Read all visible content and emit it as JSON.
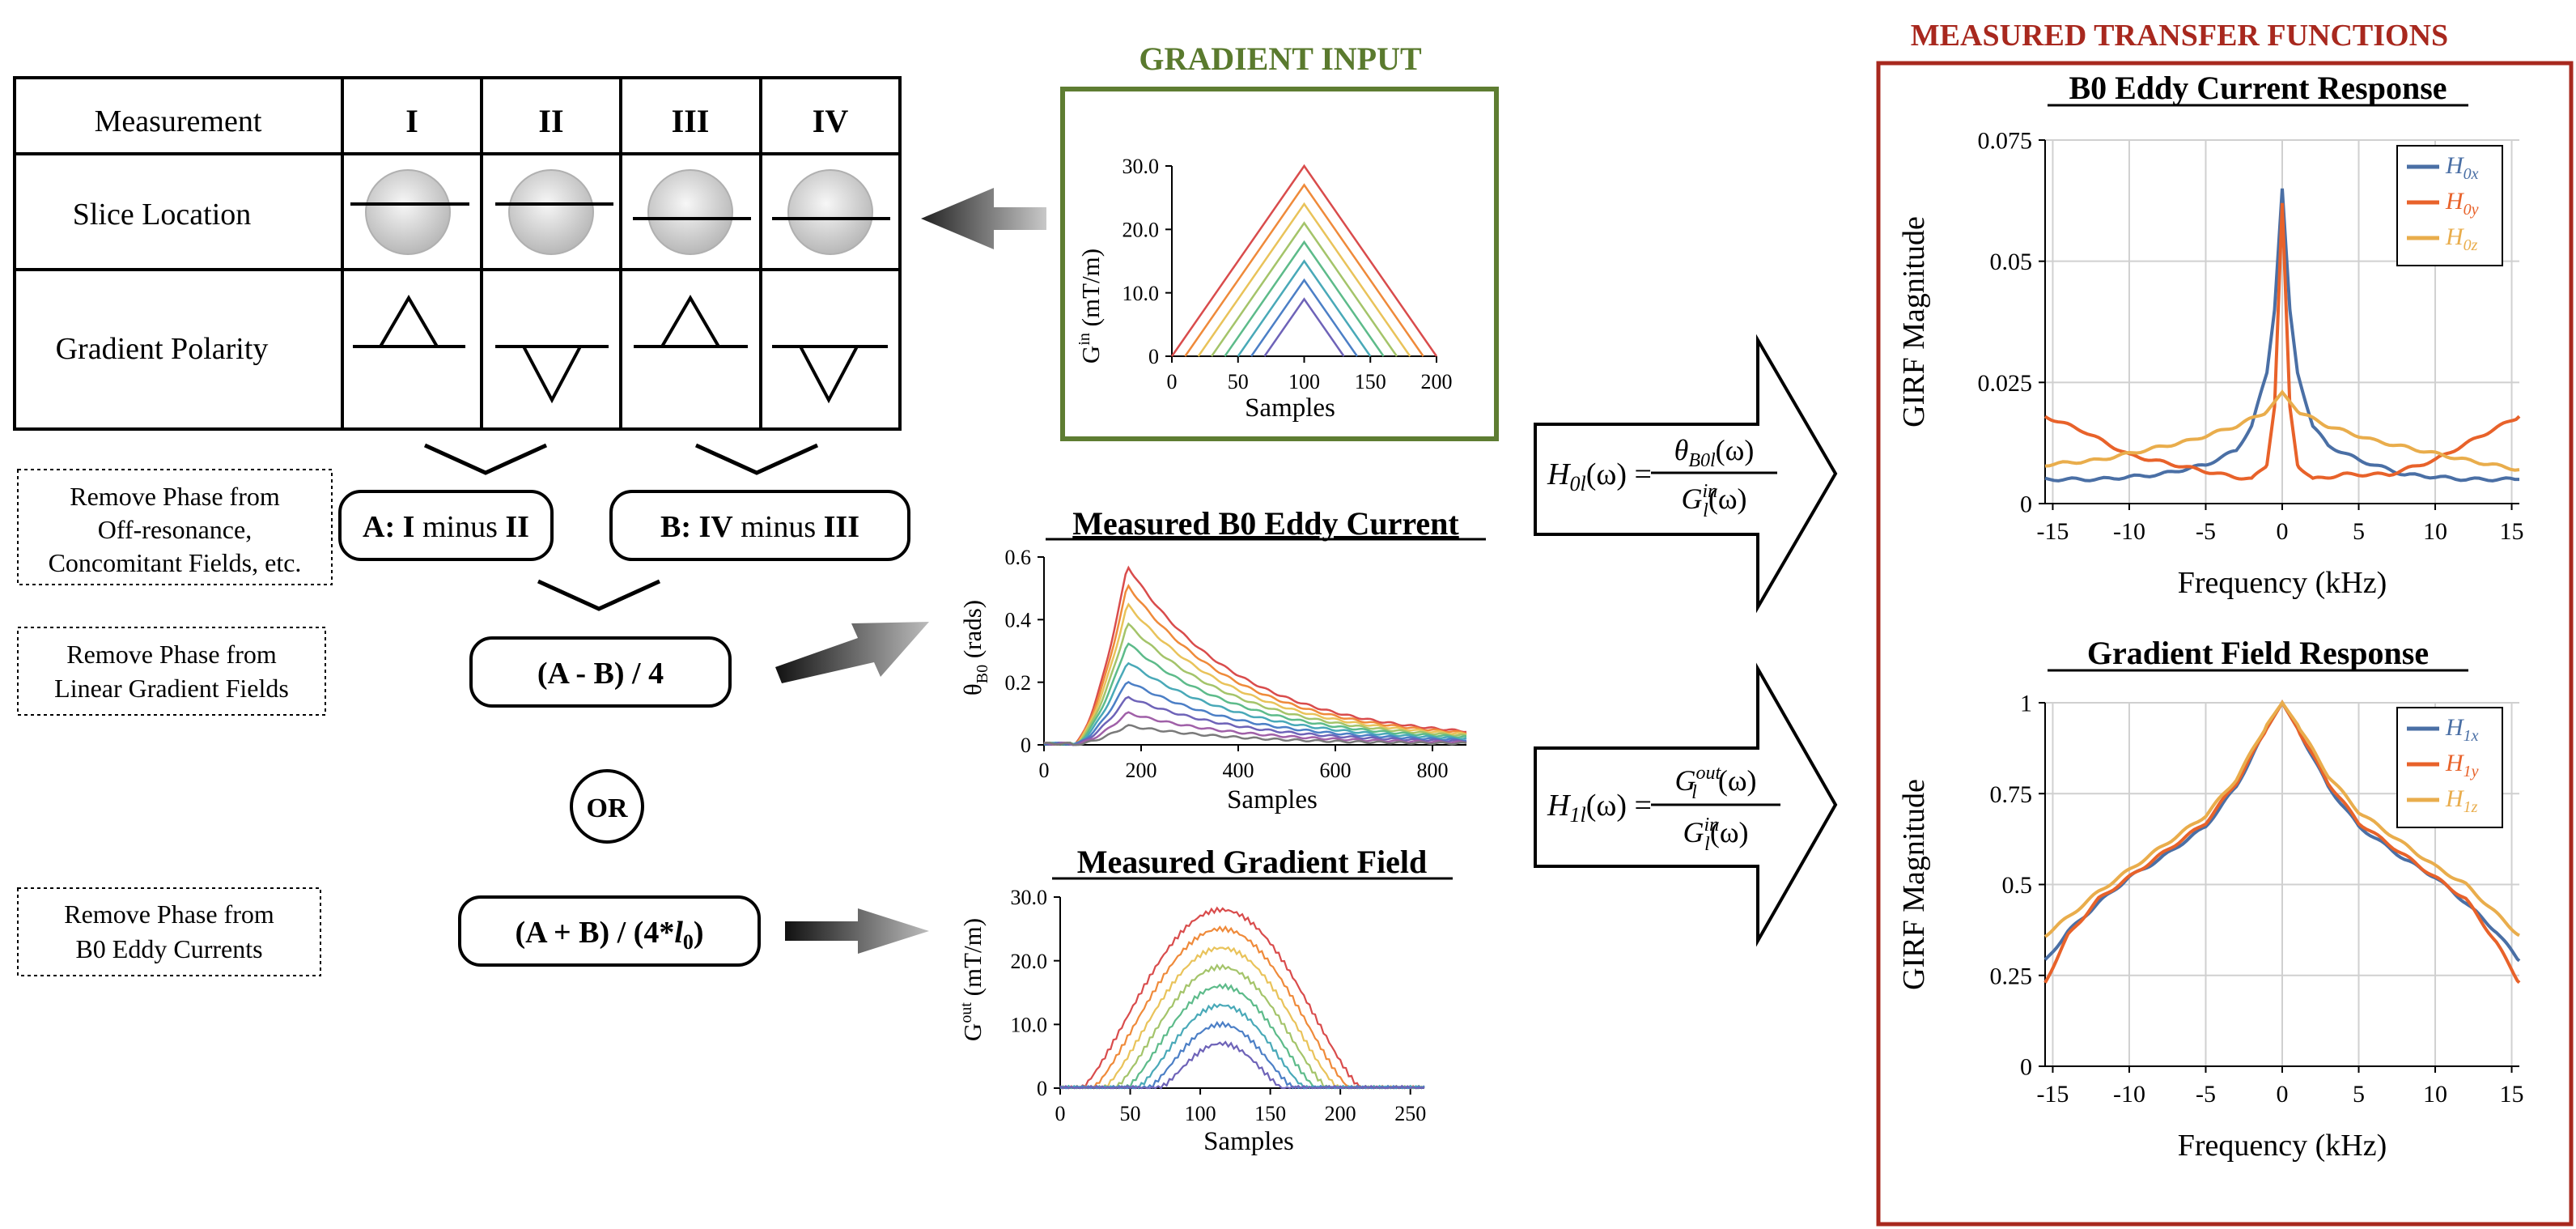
{
  "table": {
    "col_header": "Measurement",
    "columns": [
      "I",
      "II",
      "III",
      "IV"
    ],
    "row_slice": "Slice Location",
    "row_polarity": "Gradient Polarity"
  },
  "steps": {
    "step1_note_l1": "Remove Phase from",
    "step1_note_l2": "Off-resonance,",
    "step1_note_l3": "Concomitant Fields, etc.",
    "box_a_pre": "A: ",
    "box_a_i": "I",
    "box_a_mid": " minus ",
    "box_a_ii": "II",
    "box_b_pre": "B: ",
    "box_b_iv": "IV",
    "box_b_mid": " minus ",
    "box_b_iii": "III",
    "step2_note_l1": "Remove Phase from",
    "step2_note_l2": "Linear Gradient Fields",
    "formula_diff": "(A - B) / 4",
    "or_label": "OR",
    "step3_note_l1": "Remove Phase from",
    "step3_note_l2": "B0 Eddy Currents",
    "formula_sum_pre": "(A + B) / (4*",
    "formula_sum_l": "l",
    "formula_sum_sub": "0",
    "formula_sum_post": ")"
  },
  "gradient_input": {
    "title": "GRADIENT INPUT",
    "title_color": "#5a7a2e",
    "border_color": "#5e7d32",
    "ylabel_main": "G",
    "ylabel_sup": "in",
    "ylabel_rest": " (mT/m)",
    "xlabel": "Samples"
  },
  "eddy_measured": {
    "title": "Measured B0 Eddy Current",
    "ylabel_main": "θ",
    "ylabel_sub": "B0",
    "ylabel_rest": " (rads)",
    "xlabel": "Samples"
  },
  "gradient_measured": {
    "title": "Measured Gradient Field",
    "ylabel_main": "G",
    "ylabel_sup": "out",
    "ylabel_rest": " (mT/m)",
    "xlabel": "Samples"
  },
  "equations": {
    "h0_lhs": "H",
    "h0_lhs_sub": "0l",
    "h0_arg": "(ω) =",
    "h0_num": "θ",
    "h0_num_sub": "B0l",
    "h0_num_arg": "(ω)",
    "h0_den": "G",
    "h0_den_sub": "l",
    "h0_den_sup": "in",
    "h0_den_arg": "(ω)",
    "h1_lhs": "H",
    "h1_lhs_sub": "1l",
    "h1_arg": "(ω) =",
    "h1_num": "G",
    "h1_num_sub": "l",
    "h1_num_sup": "out",
    "h1_num_arg": "(ω)",
    "h1_den": "G",
    "h1_den_sub": "l",
    "h1_den_sup": "in",
    "h1_den_arg": "(ω)"
  },
  "transfer_panel": {
    "title": "MEASURED TRANSFER FUNCTIONS",
    "title_color": "#a8281e",
    "border_color": "#a8281e"
  },
  "series_colors": [
    "#4a6fa5",
    "#e8622a",
    "#e9ad4c"
  ],
  "spectra_colors": [
    "#d94c4c",
    "#ef8a3a",
    "#e9c35a",
    "#a4c46a",
    "#5dbb8a",
    "#49a9b8",
    "#4c7fc6",
    "#6e63b8",
    "#a060a8",
    "#7a7a7a"
  ],
  "chart_data": [
    {
      "id": "gradient_input",
      "type": "line",
      "title": "",
      "xlabel": "Samples",
      "ylabel": "Gin (mT/m)",
      "xlim": [
        0,
        200
      ],
      "ylim": [
        0,
        30
      ],
      "xticks": [
        "0",
        "50",
        "100",
        "150",
        "200"
      ],
      "yticks": [
        "0",
        "10.0",
        "20.0",
        "30.0"
      ],
      "series": [
        {
          "x": [
            100,
            200
          ],
          "peak": 30,
          "halfwidth": 100
        },
        {
          "x": [
            100
          ],
          "peak": 27,
          "halfwidth": 90
        },
        {
          "x": [
            100
          ],
          "peak": 24,
          "halfwidth": 80
        },
        {
          "x": [
            100
          ],
          "peak": 21,
          "halfwidth": 70
        },
        {
          "x": [
            100
          ],
          "peak": 18,
          "halfwidth": 60
        },
        {
          "x": [
            100
          ],
          "peak": 15,
          "halfwidth": 50
        },
        {
          "x": [
            100
          ],
          "peak": 12,
          "halfwidth": 40
        },
        {
          "x": [
            100
          ],
          "peak": 9,
          "halfwidth": 30
        }
      ]
    },
    {
      "id": "eddy_measured",
      "type": "line",
      "title": "Measured B0 Eddy Current",
      "xlabel": "Samples",
      "ylabel": "θB0 (rads)",
      "xlim": [
        0,
        870
      ],
      "ylim": [
        0,
        0.6
      ],
      "xticks": [
        "0",
        "200",
        "400",
        "600",
        "800"
      ],
      "yticks": [
        "0",
        "0.2",
        "0.4",
        "0.6"
      ],
      "series": [
        {
          "peak": 0.56
        },
        {
          "peak": 0.5
        },
        {
          "peak": 0.44
        },
        {
          "peak": 0.38
        },
        {
          "peak": 0.32
        },
        {
          "peak": 0.26
        },
        {
          "peak": 0.2
        },
        {
          "peak": 0.15
        },
        {
          "peak": 0.1
        },
        {
          "peak": 0.06
        }
      ]
    },
    {
      "id": "gradient_measured",
      "type": "line",
      "title": "Measured Gradient Field",
      "xlabel": "Samples",
      "ylabel": "Gout (mT/m)",
      "xlim": [
        0,
        260
      ],
      "ylim": [
        0,
        30
      ],
      "xticks": [
        "0",
        "50",
        "100",
        "150",
        "200",
        "250"
      ],
      "yticks": [
        "0",
        "10.0",
        "20.0",
        "30.0"
      ],
      "series": [
        {
          "peak": 28,
          "halfwidth": 100
        },
        {
          "peak": 25,
          "halfwidth": 92
        },
        {
          "peak": 22,
          "halfwidth": 84
        },
        {
          "peak": 19,
          "halfwidth": 76
        },
        {
          "peak": 16,
          "halfwidth": 68
        },
        {
          "peak": 13,
          "halfwidth": 60
        },
        {
          "peak": 10,
          "halfwidth": 52
        },
        {
          "peak": 7,
          "halfwidth": 44
        }
      ]
    },
    {
      "id": "b0_response",
      "type": "line",
      "title": "B0 Eddy Current Response",
      "xlabel": "Frequency (kHz)",
      "ylabel": "GIRF Magnitude",
      "xlim": [
        -15.5,
        15.5
      ],
      "ylim": [
        0,
        0.075
      ],
      "xticks": [
        "-15",
        "-10",
        "-5",
        "0",
        "5",
        "10",
        "15"
      ],
      "yticks": [
        "0",
        "0.025",
        "0.05",
        "0.075"
      ],
      "legend_position": "top-right",
      "series": [
        {
          "name": "H0x",
          "name_main": "H",
          "name_sub": "0x",
          "x": [
            -15.5,
            -12,
            -8,
            -5,
            -3,
            -2,
            -1,
            -0.5,
            0,
            0.5,
            1,
            2,
            3,
            5,
            8,
            12,
            15.5
          ],
          "y": [
            0.005,
            0.005,
            0.006,
            0.008,
            0.011,
            0.016,
            0.027,
            0.04,
            0.065,
            0.04,
            0.027,
            0.016,
            0.012,
            0.009,
            0.006,
            0.005,
            0.005
          ]
        },
        {
          "name": "H0y",
          "name_main": "H",
          "name_sub": "0y",
          "x": [
            -15.5,
            -13,
            -10,
            -7,
            -4,
            -2,
            -1,
            -0.5,
            0,
            0.5,
            1,
            2,
            4,
            7,
            10,
            13,
            15.5
          ],
          "y": [
            0.018,
            0.015,
            0.01,
            0.008,
            0.006,
            0.005,
            0.008,
            0.02,
            0.062,
            0.02,
            0.008,
            0.005,
            0.006,
            0.006,
            0.009,
            0.014,
            0.018
          ]
        },
        {
          "name": "H0z",
          "name_main": "H",
          "name_sub": "0z",
          "x": [
            -15.5,
            -12,
            -9,
            -6,
            -3,
            -1,
            0,
            1,
            3,
            6,
            9,
            12,
            15.5
          ],
          "y": [
            0.008,
            0.009,
            0.011,
            0.013,
            0.016,
            0.019,
            0.023,
            0.019,
            0.016,
            0.013,
            0.011,
            0.009,
            0.007
          ]
        }
      ]
    },
    {
      "id": "gradient_response",
      "type": "line",
      "title": "Gradient Field Response",
      "xlabel": "Frequency (kHz)",
      "ylabel": "GIRF Magnitude",
      "xlim": [
        -15.5,
        15.5
      ],
      "ylim": [
        0,
        1
      ],
      "xticks": [
        "-15",
        "-10",
        "-5",
        "0",
        "5",
        "10",
        "15"
      ],
      "yticks": [
        "0",
        "0.25",
        "0.5",
        "0.75",
        "1"
      ],
      "legend_position": "top-right",
      "series": [
        {
          "name": "H1x",
          "name_main": "H",
          "name_sub": "1x",
          "x": [
            -15.5,
            -14,
            -12,
            -10,
            -8,
            -5,
            -3,
            -1,
            0,
            1,
            3,
            5,
            8,
            10,
            12,
            14,
            15.5
          ],
          "y": [
            0.29,
            0.37,
            0.45,
            0.52,
            0.57,
            0.66,
            0.77,
            0.93,
            1.0,
            0.93,
            0.77,
            0.66,
            0.57,
            0.52,
            0.45,
            0.37,
            0.29
          ]
        },
        {
          "name": "H1y",
          "name_main": "H",
          "name_sub": "1y",
          "x": [
            -15.5,
            -14,
            -12,
            -10,
            -8,
            -5,
            -3,
            -1,
            0,
            1,
            3,
            5,
            8,
            10,
            12,
            14,
            15.5
          ],
          "y": [
            0.23,
            0.36,
            0.46,
            0.52,
            0.58,
            0.67,
            0.78,
            0.93,
            1.0,
            0.93,
            0.78,
            0.67,
            0.58,
            0.52,
            0.46,
            0.34,
            0.23
          ]
        },
        {
          "name": "H1z",
          "name_main": "H",
          "name_sub": "1z",
          "x": [
            -15.5,
            -14,
            -12,
            -10,
            -8,
            -5,
            -3,
            -1,
            0,
            1,
            3,
            5,
            8,
            10,
            12,
            14,
            15.5
          ],
          "y": [
            0.36,
            0.41,
            0.48,
            0.54,
            0.6,
            0.69,
            0.79,
            0.94,
            1.0,
            0.94,
            0.8,
            0.7,
            0.61,
            0.55,
            0.5,
            0.42,
            0.36
          ]
        }
      ]
    }
  ]
}
